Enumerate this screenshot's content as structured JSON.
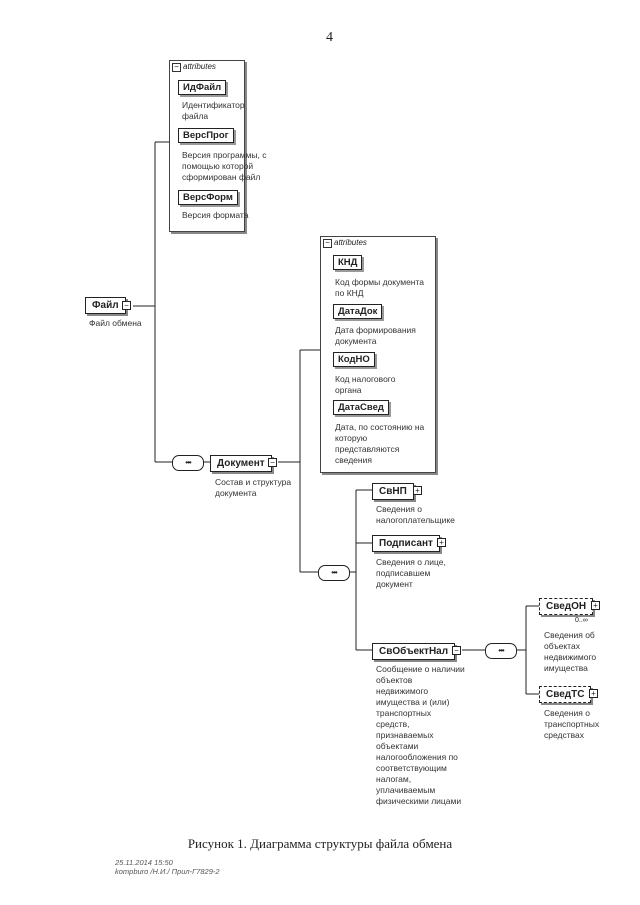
{
  "page_number": "4",
  "attributes_label": "attributes",
  "sequence_symbol": "•••",
  "file": {
    "name": "Файл",
    "desc": "Файл обмена",
    "attributes": [
      {
        "name": "ИдФайл",
        "desc": [
          "Идентификатор",
          "файла"
        ]
      },
      {
        "name": "ВерсПрог",
        "desc": [
          "Версия программы, с",
          "помощью которой",
          "сформирован файл"
        ]
      },
      {
        "name": "ВерсФорм",
        "desc": [
          "Версия формата"
        ]
      }
    ]
  },
  "document": {
    "name": "Документ",
    "desc": [
      "Состав и структура",
      "документа"
    ],
    "attributes": [
      {
        "name": "КНД",
        "desc": [
          "Код формы документа",
          "по КНД"
        ]
      },
      {
        "name": "ДатаДок",
        "desc": [
          "Дата формирования",
          "документа"
        ]
      },
      {
        "name": "КодНО",
        "desc": [
          "Код налогового",
          "органа"
        ]
      },
      {
        "name": "ДатаСвед",
        "desc": [
          "Дата, по состоянию на",
          "которую",
          "представляются",
          "сведения"
        ]
      }
    ]
  },
  "children": [
    {
      "name": "СвНП",
      "desc": [
        "Сведения о",
        "налогоплательщике"
      ]
    },
    {
      "name": "Подписант",
      "desc": [
        "Сведения о лице,",
        "подписавшем",
        "документ"
      ]
    },
    {
      "name": "СвОбъектНал",
      "desc": [
        "Сообщение о наличии",
        "объектов",
        "недвижимого",
        "имущества и (или)",
        "транспортных",
        "средств,",
        "признаваемых",
        "объектами",
        "налогообложения по",
        "соответствующим",
        "налогам,",
        "уплачиваемым",
        "физическими лицами"
      ]
    }
  ],
  "objects": [
    {
      "name": "СведОН",
      "cardinality": "0..∞",
      "desc": [
        "Сведения об",
        "объектах",
        "недвижимого",
        "имущества"
      ]
    },
    {
      "name": "СведТС",
      "desc": [
        "Сведения о",
        "транспортных",
        "средствах"
      ]
    }
  ],
  "caption": "Рисунок 1. Диаграмма структуры файла обмена",
  "stamp": [
    "25.11.2014 15:50",
    "kompburo /Н.И./ Прил-Г7829-2"
  ]
}
